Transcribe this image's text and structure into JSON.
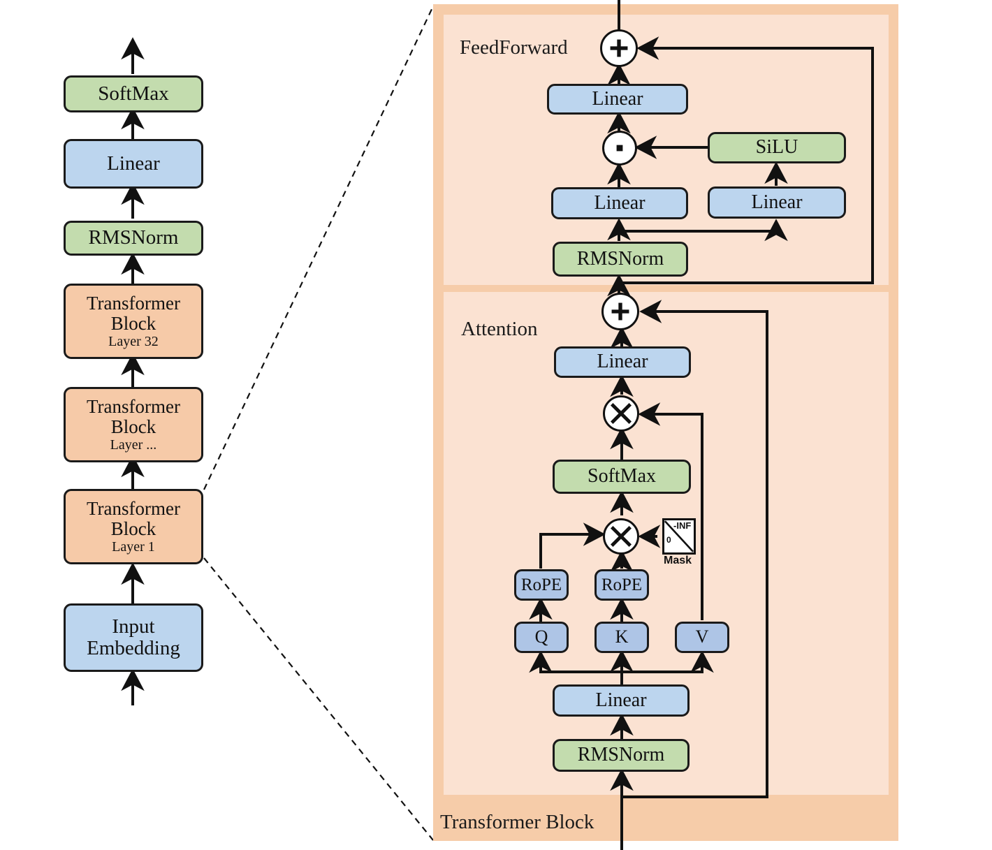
{
  "diagram": {
    "title_text": "Transformer Block",
    "colors": {
      "green": "#c3dcae",
      "blue": "#bcd5ee",
      "blue_qkv": "#aec5e6",
      "orange_block": "#f6caa8",
      "panel_outer": "#f6cca9",
      "panel_inner": "#fbe2d2",
      "stroke": "#1a1a1a",
      "background": "#ffffff"
    }
  },
  "left_stack": {
    "nodes": [
      {
        "id": "softmax",
        "label": "SoftMax",
        "sub": "",
        "style": "green"
      },
      {
        "id": "linear",
        "label": "Linear",
        "sub": "",
        "style": "blue"
      },
      {
        "id": "rmsnorm",
        "label": "RMSNorm",
        "sub": "",
        "style": "green"
      },
      {
        "id": "block-32",
        "label": "Transformer Block",
        "sub": "Layer 32",
        "style": "orange"
      },
      {
        "id": "block-dots",
        "label": "Transformer Block",
        "sub": "Layer ...",
        "style": "orange"
      },
      {
        "id": "block-1",
        "label": "Transformer Block",
        "sub": "Layer 1",
        "style": "orange"
      },
      {
        "id": "input-embed",
        "label": "Input Embedding",
        "sub": "",
        "style": "blue"
      }
    ]
  },
  "detail_panel": {
    "footer_label": "Transformer Block",
    "feedforward": {
      "section_label": "FeedForward",
      "nodes": [
        {
          "id": "ff-linear-out",
          "label": "Linear",
          "style": "blue"
        },
        {
          "id": "ff-silu",
          "label": "SiLU",
          "style": "green"
        },
        {
          "id": "ff-linear-gate",
          "label": "Linear",
          "style": "blue"
        },
        {
          "id": "ff-linear-up",
          "label": "Linear",
          "style": "blue"
        },
        {
          "id": "ff-rmsnorm",
          "label": "RMSNorm",
          "style": "green"
        }
      ],
      "operators": [
        {
          "id": "ff-add",
          "glyph": "+",
          "name": "add-operator"
        },
        {
          "id": "ff-multiply",
          "glyph": "·",
          "name": "elementwise-multiply-operator"
        }
      ]
    },
    "attention": {
      "section_label": "Attention",
      "nodes": [
        {
          "id": "attn-linear-out",
          "label": "Linear",
          "style": "blue"
        },
        {
          "id": "attn-softmax",
          "label": "SoftMax",
          "style": "green"
        },
        {
          "id": "attn-rope-q",
          "label": "RoPE",
          "style": "blue2"
        },
        {
          "id": "attn-rope-k",
          "label": "RoPE",
          "style": "blue2"
        },
        {
          "id": "attn-q",
          "label": "Q",
          "style": "blue2"
        },
        {
          "id": "attn-k",
          "label": "K",
          "style": "blue2"
        },
        {
          "id": "attn-v",
          "label": "V",
          "style": "blue2"
        },
        {
          "id": "attn-linear-qkv",
          "label": "Linear",
          "style": "blue"
        },
        {
          "id": "attn-rmsnorm",
          "label": "RMSNorm",
          "style": "green"
        }
      ],
      "operators": [
        {
          "id": "attn-add",
          "glyph": "+",
          "name": "add-operator"
        },
        {
          "id": "attn-matmul-v",
          "glyph": "×",
          "name": "matmul-operator"
        },
        {
          "id": "attn-matmul-qk",
          "glyph": "×",
          "name": "matmul-operator"
        }
      ],
      "mask": {
        "caption": "Mask",
        "upper_right_value": "-INF",
        "lower_left_value": "0"
      }
    }
  }
}
